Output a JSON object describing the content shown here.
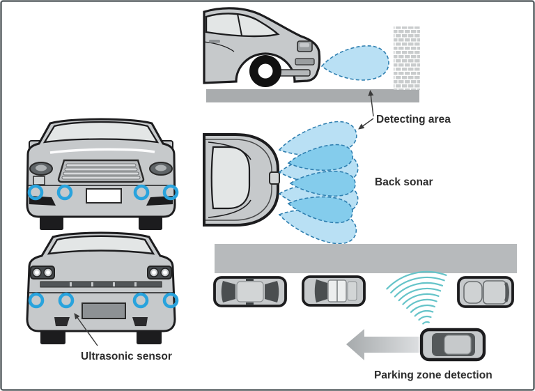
{
  "figure": {
    "type": "diagram",
    "subject": "ultrasonic-parking-sensor-system",
    "labels": {
      "detecting_area": "Detecting area",
      "back_sonar": "Back sonar",
      "ultrasonic_sensor": "Ultrasonic sensor",
      "parking_zone_detection": "Parking zone detection"
    },
    "colors": {
      "car_body": "#c6c9cb",
      "car_outline": "#1c1c1e",
      "window_glass": "#e3e6e6",
      "beam_light": "#b9e0f4",
      "beam_dark": "#84ccec",
      "beam_stroke": "#2f7fb0",
      "sensor_ring": "#29a3dd",
      "sonar_arc": "#66c4c9",
      "ground_gray": "#a9acae",
      "curb_gray": "#b7babc",
      "brick_gray": "#c9cccd",
      "arrow_dark": "#3a3a3a",
      "label_text": "#2d2d2d",
      "frame_border": "#596064"
    },
    "counts": {
      "front_sensors": 4,
      "rear_sensors": 4,
      "back_sonar_beams": 4,
      "parked_cars": 3
    }
  }
}
